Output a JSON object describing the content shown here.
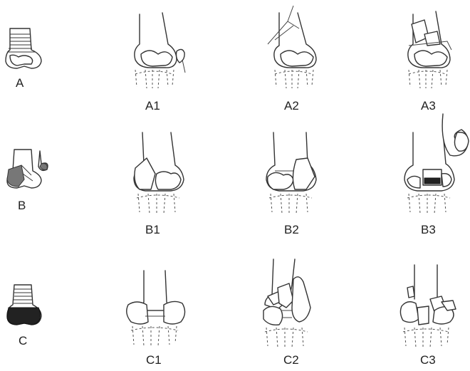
{
  "figure": {
    "rows": [
      {
        "key": "A",
        "label": "A",
        "subtypes": [
          "A1",
          "A2",
          "A3"
        ]
      },
      {
        "key": "B",
        "label": "B",
        "subtypes": [
          "B1",
          "B2",
          "B3"
        ]
      },
      {
        "key": "C",
        "label": "C",
        "subtypes": [
          "C1",
          "C2",
          "C3"
        ]
      }
    ]
  }
}
